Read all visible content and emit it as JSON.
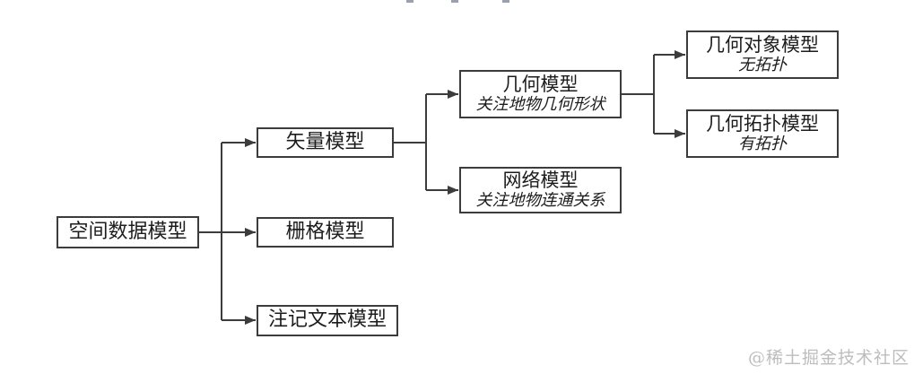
{
  "diagram": {
    "nodes": [
      {
        "id": "root",
        "label": "空间数据模型",
        "note": ""
      },
      {
        "id": "vector",
        "label": "矢量模型",
        "note": ""
      },
      {
        "id": "raster",
        "label": "栅格模型",
        "note": ""
      },
      {
        "id": "annotation",
        "label": "注记文本模型",
        "note": ""
      },
      {
        "id": "geometry",
        "label": "几何模型",
        "note": "关注地物几何形状"
      },
      {
        "id": "network",
        "label": "网络模型",
        "note": "关注地物连通关系"
      },
      {
        "id": "geometry_object",
        "label": "几何对象模型",
        "note": "无拓扑"
      },
      {
        "id": "geometry_topology",
        "label": "几何拓扑模型",
        "note": "有拓扑"
      }
    ],
    "edges": [
      {
        "from": "root",
        "to": "vector"
      },
      {
        "from": "root",
        "to": "raster"
      },
      {
        "from": "root",
        "to": "annotation"
      },
      {
        "from": "vector",
        "to": "geometry"
      },
      {
        "from": "vector",
        "to": "network"
      },
      {
        "from": "geometry",
        "to": "geometry_object"
      },
      {
        "from": "geometry",
        "to": "geometry_topology"
      }
    ],
    "colors": {
      "line": "#3c3c3c",
      "text": "#1c1c1c",
      "box_background": "#ffffff"
    }
  },
  "watermark": {
    "text": "@稀土掘金技术社区",
    "color": "#bdbdbd"
  }
}
